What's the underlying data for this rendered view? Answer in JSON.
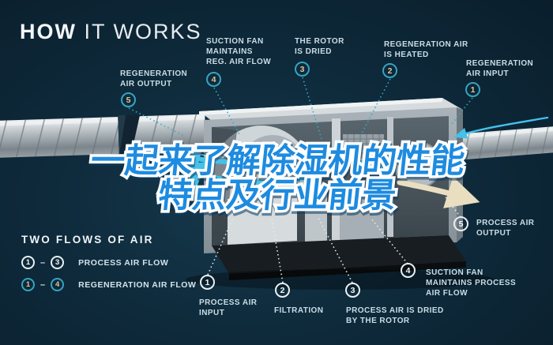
{
  "title": {
    "bold": "HOW",
    "light": "IT WORKS"
  },
  "headline": {
    "line1": "一起来了解除湿机的性能",
    "line2": "特点及行业前景",
    "fill_color": "#1d8be0",
    "outline_color": "#ffffff"
  },
  "colors": {
    "background": "#0e2a3b",
    "regen_circle": "#35a4c0",
    "regen_number": "#d9c79c",
    "process_circle": "#ffffff",
    "label_text": "#c9dde6",
    "flow_arrow_blue": "#45c1ea",
    "flow_arrow_cream": "#e9dfc0",
    "heater_orange": "#f2902f"
  },
  "regeneration_labels": [
    {
      "num": "5",
      "lines": [
        "REGENERATION",
        "AIR OUTPUT",
        ""
      ]
    },
    {
      "num": "4",
      "lines": [
        "SUCTION FAN",
        "MAINTAINS",
        "REG. AIR FLOW"
      ]
    },
    {
      "num": "3",
      "lines": [
        "THE ROTOR",
        "IS DRIED",
        ""
      ]
    },
    {
      "num": "2",
      "lines": [
        "REGENERATION AIR",
        "IS HEATED",
        ""
      ]
    },
    {
      "num": "1",
      "lines": [
        "REGENERATION",
        "AIR INPUT",
        ""
      ]
    }
  ],
  "process_labels": [
    {
      "num": "1",
      "lines": [
        "PROCESS AIR",
        "INPUT",
        ""
      ]
    },
    {
      "num": "2",
      "lines": [
        "FILTRATION",
        "",
        ""
      ]
    },
    {
      "num": "3",
      "lines": [
        "PROCESS AIR IS DRIED",
        "BY THE ROTOR",
        ""
      ]
    },
    {
      "num": "4",
      "lines": [
        "SUCTION FAN",
        "MAINTAINS PROCESS",
        "AIR FLOW"
      ]
    },
    {
      "num": "5",
      "lines": [
        "PROCESS AIR",
        "OUTPUT",
        ""
      ]
    }
  ],
  "legend": {
    "title": "TWO FLOWS OF AIR",
    "dash": "–",
    "rows": [
      {
        "from": "1",
        "to": "3",
        "label": "PROCESS AIR FLOW",
        "type": "process"
      },
      {
        "from": "1",
        "to": "4",
        "label": "REGENERATION AIR FLOW",
        "type": "regeneration"
      }
    ]
  }
}
